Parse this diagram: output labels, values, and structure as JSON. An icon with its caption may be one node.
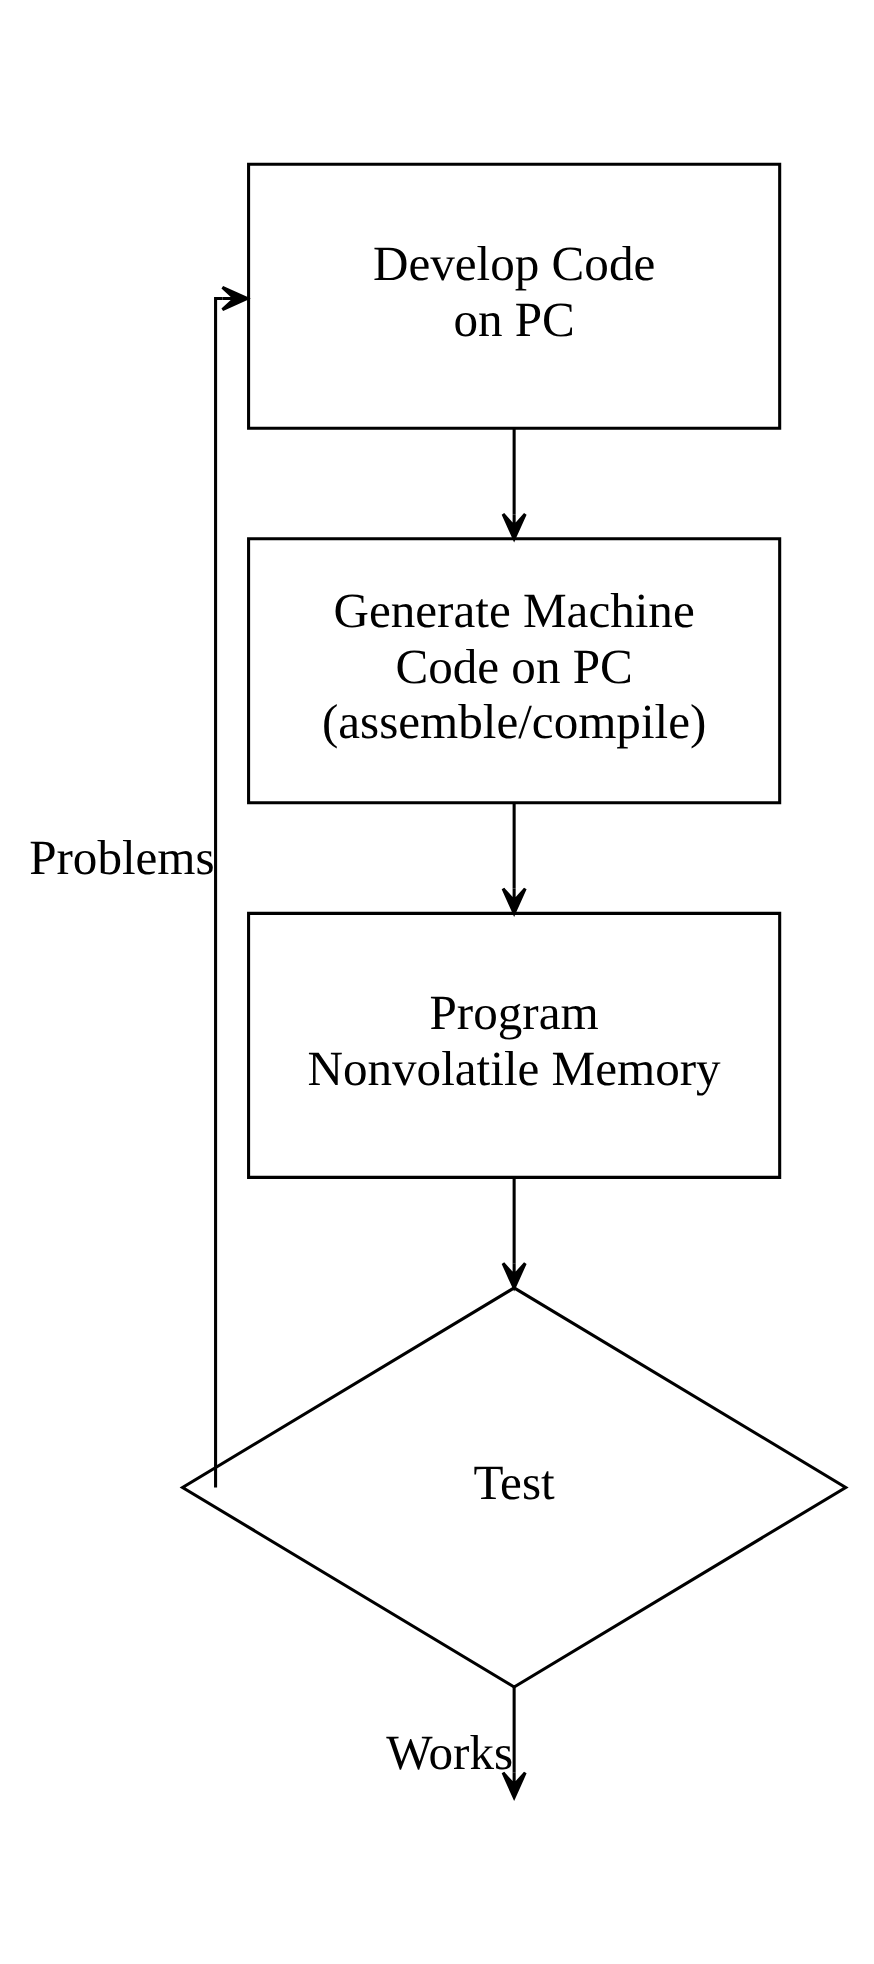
{
  "diagram": {
    "nodes": [
      {
        "text": [
          "Develop Code on PC"
        ]
      },
      {
        "text": [
          "Generate Machine Code on PC (assemble/compile)"
        ]
      },
      {
        "text": [
          "Program Nonvolatile Memory"
        ]
      },
      {
        "text": [
          "Test"
        ]
      }
    ],
    "edges": [
      {
        "from": 0,
        "to": 1,
        "arrow": "to"
      },
      {
        "from": 1,
        "to": 2,
        "arrow": "to"
      },
      {
        "from": 2,
        "to": 3,
        "arrow": "to"
      },
      {
        "from": 3,
        "to": 0,
        "arrow": "to",
        "label": "Problems"
      },
      {
        "from": 3,
        "to": null,
        "arrow": "to",
        "label": "Works"
      }
    ]
  }
}
